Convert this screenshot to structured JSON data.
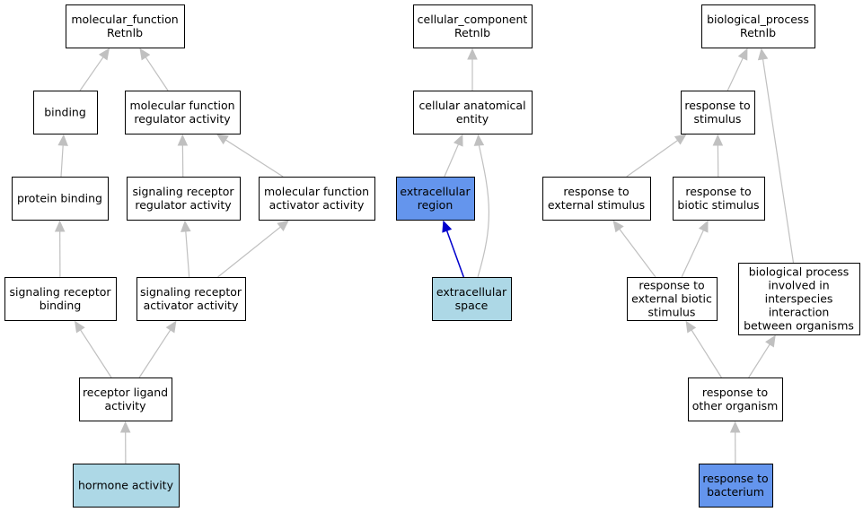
{
  "colors": {
    "default_fill": "#ffffff",
    "query_fill": "#6495ed",
    "annotated_fill": "#add8e6",
    "edge_default": "#c0c0c0",
    "edge_highlight": "#0000cc"
  },
  "nodes": {
    "mf_root": {
      "lines": [
        "molecular_function",
        "Retnlb"
      ],
      "fill": "#ffffff"
    },
    "binding": {
      "lines": [
        "binding"
      ],
      "fill": "#ffffff"
    },
    "mf_regulator": {
      "lines": [
        "molecular function",
        "regulator activity"
      ],
      "fill": "#ffffff"
    },
    "protein_binding": {
      "lines": [
        "protein binding"
      ],
      "fill": "#ffffff"
    },
    "sr_regulator": {
      "lines": [
        "signaling receptor",
        "regulator activity"
      ],
      "fill": "#ffffff"
    },
    "mf_activator": {
      "lines": [
        "molecular function",
        "activator activity"
      ],
      "fill": "#ffffff"
    },
    "sr_binding": {
      "lines": [
        "signaling receptor",
        "binding"
      ],
      "fill": "#ffffff"
    },
    "sr_activator": {
      "lines": [
        "signaling receptor",
        "activator activity"
      ],
      "fill": "#ffffff"
    },
    "receptor_ligand": {
      "lines": [
        "receptor ligand",
        "activity"
      ],
      "fill": "#ffffff"
    },
    "hormone_activity": {
      "lines": [
        "hormone activity"
      ],
      "fill": "#add8e6"
    },
    "cc_root": {
      "lines": [
        "cellular_component",
        "Retnlb"
      ],
      "fill": "#ffffff"
    },
    "cell_anat_entity": {
      "lines": [
        "cellular anatomical",
        "entity"
      ],
      "fill": "#ffffff"
    },
    "extracellular_region": {
      "lines": [
        "extracellular",
        "region"
      ],
      "fill": "#6495ed"
    },
    "extracellular_space": {
      "lines": [
        "extracellular",
        "space"
      ],
      "fill": "#add8e6"
    },
    "bp_root": {
      "lines": [
        "biological_process",
        "Retnlb"
      ],
      "fill": "#ffffff"
    },
    "response_stimulus": {
      "lines": [
        "response to",
        "stimulus"
      ],
      "fill": "#ffffff"
    },
    "response_external": {
      "lines": [
        "response to",
        "external stimulus"
      ],
      "fill": "#ffffff"
    },
    "response_biotic": {
      "lines": [
        "response to",
        "biotic stimulus"
      ],
      "fill": "#ffffff"
    },
    "response_ext_biotic": {
      "lines": [
        "response to",
        "external biotic",
        "stimulus"
      ],
      "fill": "#ffffff"
    },
    "bp_interspecies": {
      "lines": [
        "biological process",
        "involved in",
        "interspecies",
        "interaction",
        "between organisms"
      ],
      "fill": "#ffffff"
    },
    "response_other_org": {
      "lines": [
        "response to",
        "other organism"
      ],
      "fill": "#ffffff"
    },
    "response_bacterium": {
      "lines": [
        "response to",
        "bacterium"
      ],
      "fill": "#6495ed"
    }
  },
  "edges": [
    {
      "from": "binding",
      "to": "mf_root"
    },
    {
      "from": "mf_regulator",
      "to": "mf_root"
    },
    {
      "from": "protein_binding",
      "to": "binding"
    },
    {
      "from": "sr_regulator",
      "to": "mf_regulator"
    },
    {
      "from": "mf_activator",
      "to": "mf_regulator"
    },
    {
      "from": "sr_binding",
      "to": "protein_binding"
    },
    {
      "from": "sr_activator",
      "to": "sr_regulator"
    },
    {
      "from": "sr_activator",
      "to": "mf_activator"
    },
    {
      "from": "receptor_ligand",
      "to": "sr_binding"
    },
    {
      "from": "receptor_ligand",
      "to": "sr_activator"
    },
    {
      "from": "hormone_activity",
      "to": "receptor_ligand"
    },
    {
      "from": "cell_anat_entity",
      "to": "cc_root"
    },
    {
      "from": "extracellular_region",
      "to": "cell_anat_entity"
    },
    {
      "from": "extracellular_space",
      "to": "extracellular_region",
      "highlight": true
    },
    {
      "from": "extracellular_space",
      "to": "cell_anat_entity",
      "curved": true
    },
    {
      "from": "response_stimulus",
      "to": "bp_root"
    },
    {
      "from": "bp_interspecies",
      "to": "bp_root"
    },
    {
      "from": "response_external",
      "to": "response_stimulus"
    },
    {
      "from": "response_biotic",
      "to": "response_stimulus"
    },
    {
      "from": "response_ext_biotic",
      "to": "response_external"
    },
    {
      "from": "response_ext_biotic",
      "to": "response_biotic"
    },
    {
      "from": "response_other_org",
      "to": "response_ext_biotic"
    },
    {
      "from": "response_other_org",
      "to": "bp_interspecies"
    },
    {
      "from": "response_bacterium",
      "to": "response_other_org"
    }
  ]
}
